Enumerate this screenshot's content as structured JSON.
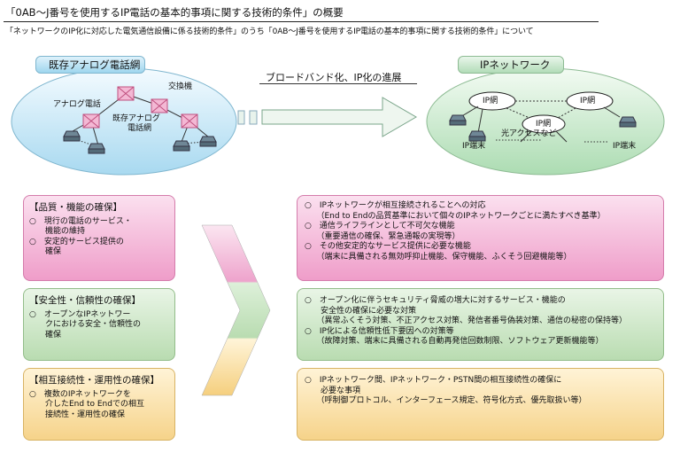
{
  "title": "「0AB～J番号を使用するIP電話の基本的事項に関する技術的条件」の概要",
  "subtitle": "「ネットワークのIP化に対応した電気通信設備に係る技術的条件」のうち「0AB～J番号を使用するIP電話の基本的事項に関する技術的条件」について",
  "legacy_net": {
    "heading": "既存アナログ電話網",
    "exchange_label": "交換機",
    "phone_label": "アナログ電話",
    "center_label_1": "既存アナログ",
    "center_label_2": "電話網"
  },
  "ip_net": {
    "heading": "IPネットワーク",
    "ipnet_label_1": "IP網",
    "ipnet_label_2": "IP網",
    "ipnet_label_3": "IP網",
    "fiber_label": "光アクセスなど",
    "terminal_label_1": "IP端末",
    "terminal_label_2": "IP端末"
  },
  "transition_caption": "ブロードバンド化、IP化の進展",
  "requirements": {
    "quality": {
      "heading": "【品質・機能の確保】",
      "items": [
        "○　現行の電話のサービス・\n　　機能の維持",
        "○　安定的サービス提供の\n　　確保"
      ]
    },
    "safety": {
      "heading": "【安全性・信頼性の確保】",
      "items": [
        "○　オープンなIPネットワー\n　　クにおける安全・信頼性の\n　　確保"
      ]
    },
    "interop": {
      "heading": "【相互接続性・運用性の確保】",
      "items": [
        "○　複数のIPネットワークを\n　　介したEnd to Endでの相互\n　　接続性・運用性の確保"
      ]
    }
  },
  "details": {
    "quality": [
      "○　IPネットワークが相互接続されることへの対応",
      "　　（End to Endの品質基準において個々のIPネットワークごとに満たすべき基準）",
      "○　通信ライフラインとして不可欠な機能",
      "　　（重要通信の確保、緊急通報の実現等）",
      "○　その他安定的なサービス提供に必要な機能",
      "　　（端末に具備される無効呼抑止機能、保守機能、ふくそう回避機能等）"
    ],
    "safety": [
      "○　オープン化に伴うセキュリティ脅威の増大に対するサービス・機能の",
      "　　安全性の確保に必要な対策",
      "　　（異常ふくそう対策、不正アクセス対策、発信者番号偽装対策、通信の秘密の保持等）",
      "○　IP化による信頼性低下要因への対策等",
      "　　（故障対策、端末に具備される自動再発信回数制限、ソフトウェア更新機能等）"
    ],
    "interop": [
      "○　IPネットワーク間、IPネットワーク・PSTN間の相互接続性の確保に",
      "　　必要な事項",
      "　　（呼制御プロトコル、インターフェース規定、符号化方式、優先取扱い等）"
    ]
  },
  "colors": {
    "quality": "#ef9dc9",
    "safety": "#b9dcb1",
    "interop": "#f6d38a",
    "legacy": "#bfe3f4",
    "ip": "#c9e8cc",
    "switch": "#f3b8d4"
  }
}
